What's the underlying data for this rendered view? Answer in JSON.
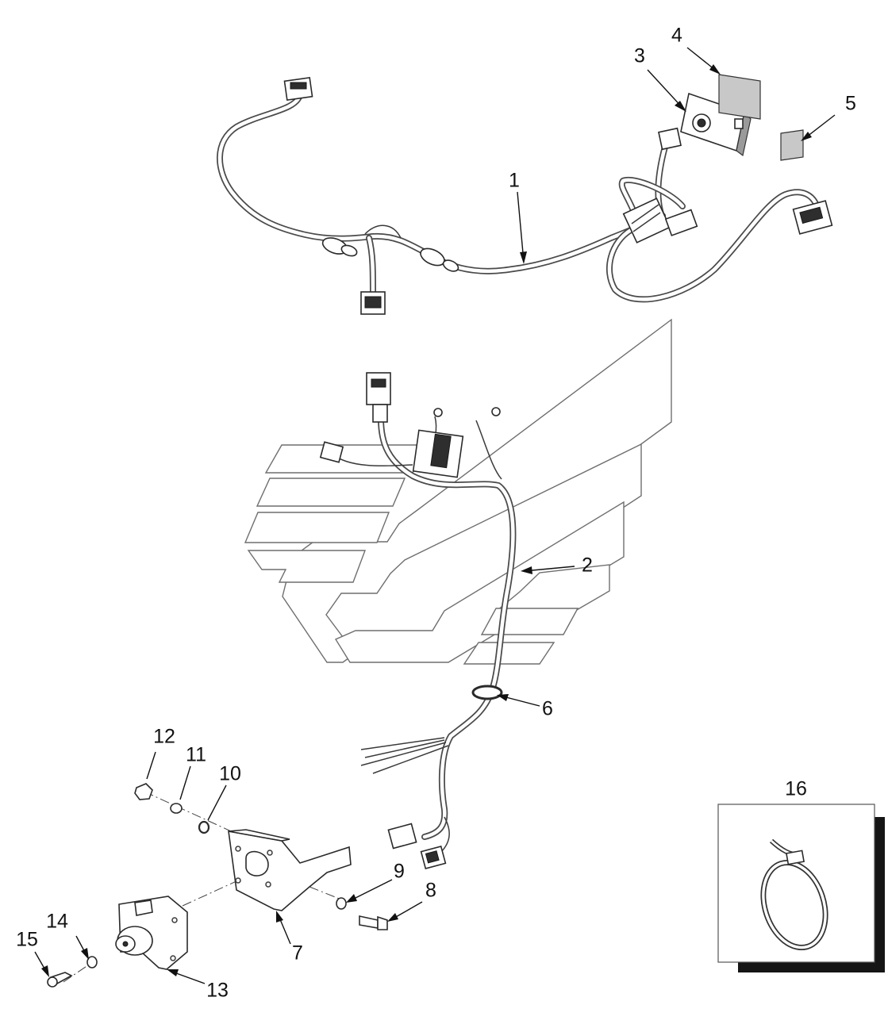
{
  "callouts": {
    "c1": "1",
    "c2": "2",
    "c3": "3",
    "c4": "4",
    "c5": "5",
    "c6": "6",
    "c7": "7",
    "c8": "8",
    "c9": "9",
    "c10": "10",
    "c11": "11",
    "c12": "12",
    "c13": "13",
    "c14": "14",
    "c15": "15",
    "c16": "16"
  },
  "icons": {
    "watermark": "chevron-logo-watermark",
    "harness_1": "wire-harness-icon",
    "harness_2": "wire-harness-icon",
    "switch_3": "rotary-switch-icon",
    "bracket_7": "mounting-bracket-icon",
    "cable_tie_16": "cable-tie-icon"
  }
}
